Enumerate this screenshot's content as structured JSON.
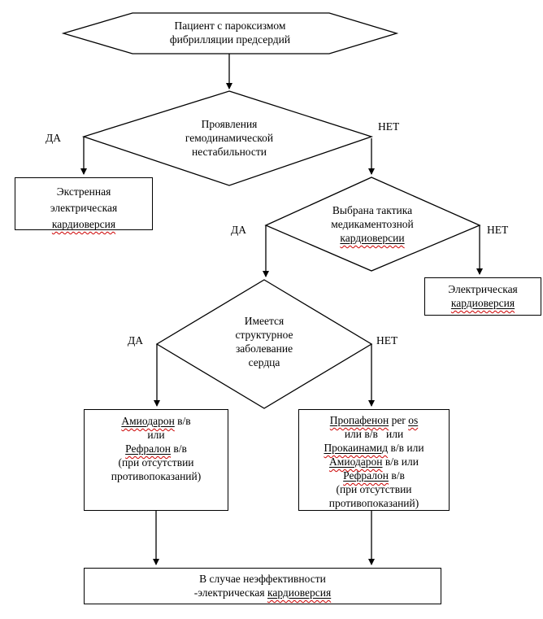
{
  "page": {
    "title": "Алгоритм: пациент с пароксизмом фибрилляции предсердий",
    "background_color": "#ffffff",
    "line_color": "#000000",
    "misspell_underline_color": "#cc0000"
  },
  "labels": {
    "yes": "ДА",
    "no": "НЕТ"
  },
  "nodes": {
    "start_hexagon": {
      "lines": [
        [
          {
            "t": "Пациент с пароксизмом"
          }
        ],
        [
          {
            "t": "фибрилляции предсердий"
          }
        ]
      ]
    },
    "decision_hemodynamic": {
      "lines": [
        [
          {
            "t": "Проявления"
          }
        ],
        [
          {
            "t": "гемодинамической"
          }
        ],
        [
          {
            "t": "нестабильности"
          }
        ]
      ]
    },
    "box_emergency_cardioversion": {
      "lines": [
        [
          {
            "t": "Экстренная"
          }
        ],
        [
          {
            "t": "электрическая"
          }
        ],
        [
          {
            "t": "кардиоверсия",
            "m": true
          }
        ]
      ]
    },
    "decision_drug_tactic": {
      "lines": [
        [
          {
            "t": "Выбрана тактика"
          }
        ],
        [
          {
            "t": "медикаментозной"
          }
        ],
        [
          {
            "t": "кардиоверсии",
            "m": true
          }
        ]
      ]
    },
    "box_electrical_cardioversion": {
      "lines": [
        [
          {
            "t": "Электрическая"
          }
        ],
        [
          {
            "t": "кардиоверсия",
            "m": true
          }
        ]
      ]
    },
    "decision_structural_disease": {
      "lines": [
        [
          {
            "t": "Имеется"
          }
        ],
        [
          {
            "t": "структурное"
          }
        ],
        [
          {
            "t": "заболевание"
          }
        ],
        [
          {
            "t": "сердца"
          }
        ]
      ]
    },
    "box_amiodarone": {
      "lines": [
        [
          {
            "t": "Амиодарон",
            "m": true
          },
          {
            "t": " в/в"
          }
        ],
        [
          {
            "t": "или"
          }
        ],
        [
          {
            "t": "Рефралон",
            "m": true
          },
          {
            "t": " в/в"
          }
        ],
        [
          {
            "t": "(при отсутствии"
          }
        ],
        [
          {
            "t": "противопоказаний)"
          }
        ]
      ]
    },
    "box_propafenone": {
      "lines": [
        [
          {
            "t": "Пропафенон",
            "m": true
          },
          {
            "t": " per "
          },
          {
            "t": "os",
            "m": true
          }
        ],
        [
          {
            "t": "или в/в   или"
          }
        ],
        [
          {
            "t": "Прокаинамид",
            "m": true
          },
          {
            "t": " в/в или"
          }
        ],
        [
          {
            "t": "Амиодарон",
            "m": true
          },
          {
            "t": " в/в или"
          }
        ],
        [
          {
            "t": "Рефралон",
            "m": true
          },
          {
            "t": " в/в"
          }
        ],
        [
          {
            "t": "(при отсутствии"
          }
        ],
        [
          {
            "t": "противопоказаний)"
          }
        ]
      ]
    },
    "box_fallback": {
      "lines": [
        [
          {
            "t": "В случае неэффективности"
          }
        ],
        [
          {
            "t": "-электрическая "
          },
          {
            "t": "кардиоверсия",
            "m": true
          }
        ]
      ]
    }
  }
}
